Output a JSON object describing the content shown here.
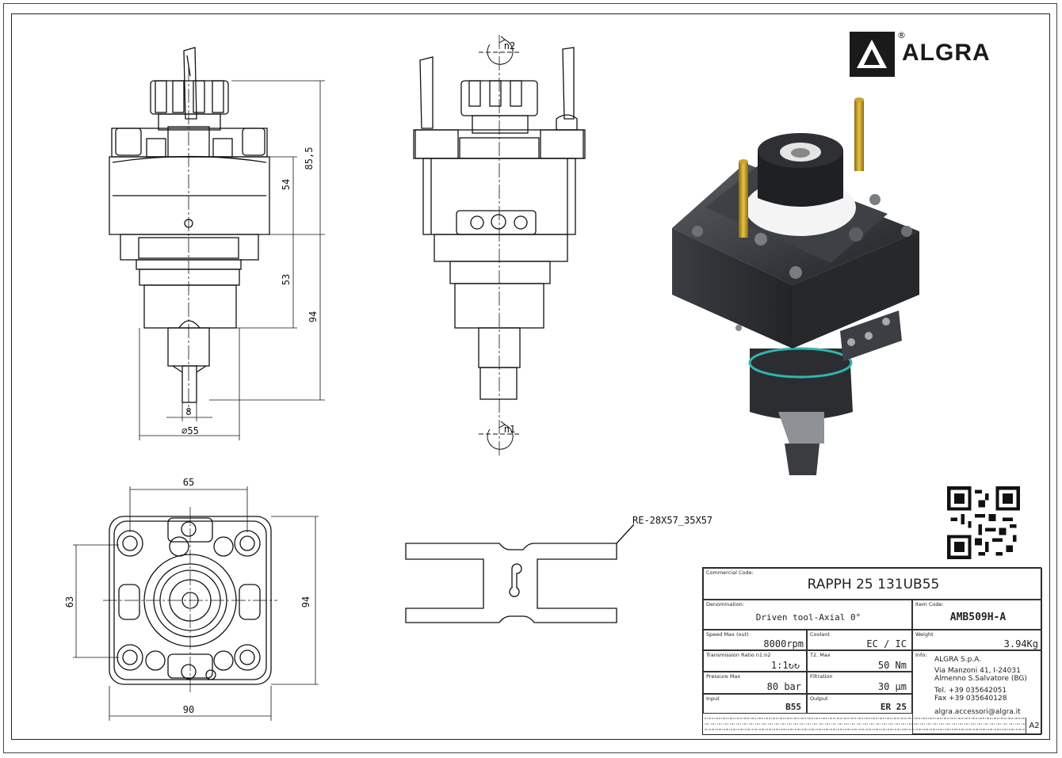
{
  "logo": {
    "name": "ALGRA",
    "registered": "®"
  },
  "dimensions": {
    "d_85_5": "85,5",
    "d_54": "54",
    "d_53": "53",
    "d_94_side": "94",
    "d_8": "8",
    "d_55": "∅55",
    "n2": "n2",
    "n1": "n1",
    "d_65": "65",
    "d_63": "63",
    "d_94_bottom": "94",
    "d_90": "90",
    "seal_label": "RE-28X57_35X57"
  },
  "title_block": {
    "commercial_code_label": "Commercial Code:",
    "commercial_code": "RAPPH 25 131UB55",
    "denomination_label": "Denomination:",
    "denomination": "Driven tool-Axial 0°",
    "item_code_label": "Item Code:",
    "item_code": "AMB509H-A",
    "speed_label": "Speed Max (out)",
    "speed_value": "8000rpm",
    "coolant_label": "Coolant",
    "coolant_value": "EC / IC",
    "weight_label": "Weight",
    "weight_value": "3.94Kg",
    "ratio_label": "Transmission Ratio n1:n2",
    "ratio_value": "1:1↻↻",
    "torque_label": "T2. Max",
    "torque_value": "50",
    "torque_unit": "Nm",
    "info_label": "Info:",
    "pressure_label": "Pressure Max",
    "pressure_value": "80 bar",
    "filtration_label": "Filtration",
    "filtration_value": "30",
    "filtration_unit": "μm",
    "input_label": "Input",
    "input_value": "B55",
    "output_label": "Output",
    "output_value": "ER 25",
    "info_company": "ALGRA S.p.A.",
    "info_address1": "Via Manzoni 41, I-24031",
    "info_address2": "Almenno S.Salvatore (BG)",
    "info_tel": "Tel. +39 035642051",
    "info_fax": "Fax +39 035640128",
    "info_email": "algra.accessori@algra.it",
    "sheet_size": "A2"
  }
}
